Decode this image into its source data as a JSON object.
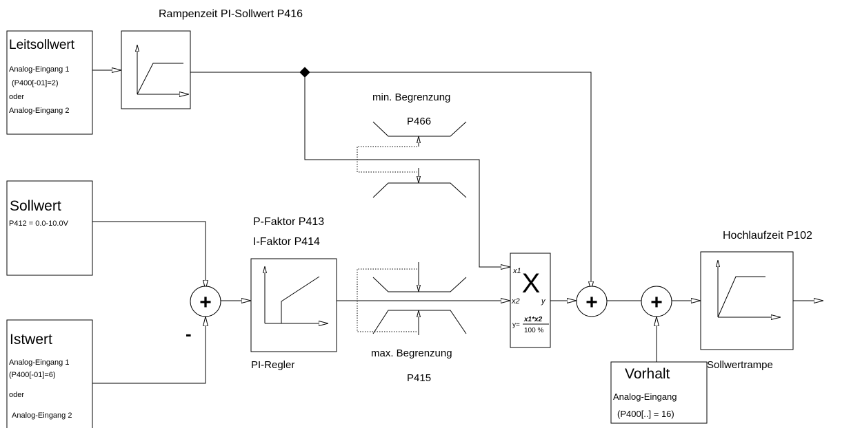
{
  "labels": {
    "ramp_title": "Rampenzeit PI-Sollwert P416",
    "leit_title": "Leitsollwert",
    "leit_line1": "Analog-Eingang 1",
    "leit_line2": "(P400[-01]=2)",
    "leit_line3": "oder",
    "leit_line4": "Analog-Eingang 2",
    "soll_title": "Sollwert",
    "soll_line1": "P412 = 0.0-10.0V",
    "ist_title": "Istwert",
    "ist_line1": "Analog-Eingang 1",
    "ist_line2": "(P400[-01]=6)",
    "ist_line3": "oder",
    "ist_line4": "Analog-Eingang 2",
    "min_title": "min. Begrenzung",
    "min_param": "P466",
    "max_title": "max. Begrenzung",
    "max_param": "P415",
    "p_faktor": "P-Faktor P413",
    "i_faktor": "I-Faktor P414",
    "pi_regler": "PI-Regler",
    "minus_sign": "-",
    "hoch_title": "Hochlaufzeit P102",
    "sollwertrampe": "Sollwertrampe",
    "vorhalt_title": "Vorhalt",
    "vorhalt_line1": "Analog-Eingang",
    "vorhalt_line2": "(P400[..] = 16)",
    "mult_x1": "x1",
    "mult_x2": "x2",
    "mult_symbol": "X",
    "mult_y": "y",
    "formula_y": "y=",
    "formula_num": "x1*x2",
    "formula_den": "100 %",
    "plus": "+"
  }
}
